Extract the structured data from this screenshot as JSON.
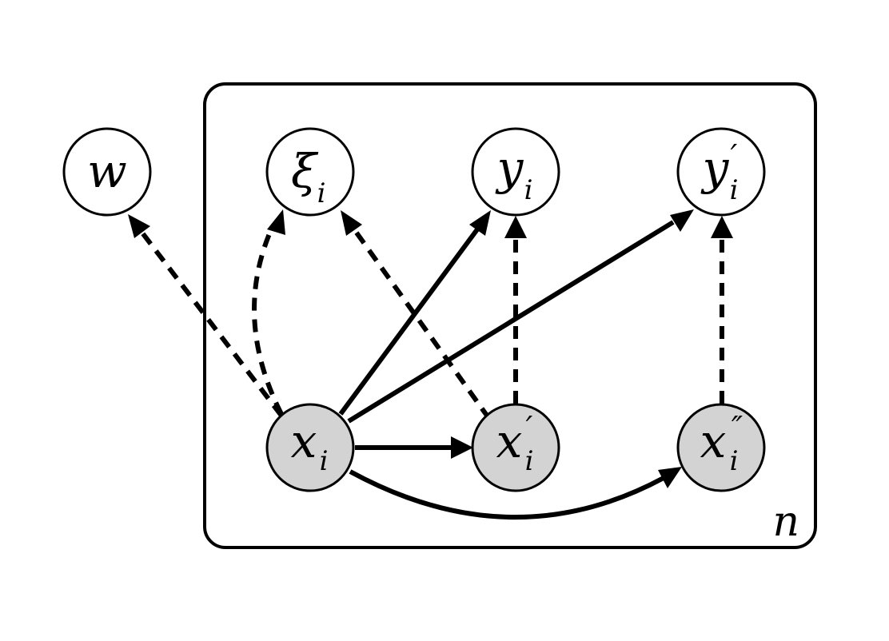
{
  "plate": {
    "label": "n"
  },
  "nodes": [
    {
      "id": "w",
      "symbol": "w",
      "subscript": "",
      "prime": "",
      "observed": false
    },
    {
      "id": "xi",
      "symbol": "ξ",
      "subscript": "i",
      "prime": "",
      "observed": false
    },
    {
      "id": "y",
      "symbol": "y",
      "subscript": "i",
      "prime": "",
      "observed": false
    },
    {
      "id": "yp",
      "symbol": "y",
      "subscript": "i",
      "prime": "′",
      "observed": false
    },
    {
      "id": "x",
      "symbol": "x",
      "subscript": "i",
      "prime": "",
      "observed": true
    },
    {
      "id": "xp",
      "symbol": "x",
      "subscript": "i",
      "prime": "′",
      "observed": true
    },
    {
      "id": "xpp",
      "symbol": "x",
      "subscript": "i",
      "prime": "″",
      "observed": true
    }
  ],
  "edges": [
    {
      "from": "x",
      "to": "w",
      "style": "dashed",
      "curved": false
    },
    {
      "from": "x",
      "to": "xi",
      "style": "dashed",
      "curved": true
    },
    {
      "from": "xp",
      "to": "xi",
      "style": "dashed",
      "curved": false
    },
    {
      "from": "x",
      "to": "y",
      "style": "solid",
      "curved": false
    },
    {
      "from": "x",
      "to": "yp",
      "style": "solid",
      "curved": false
    },
    {
      "from": "xp",
      "to": "y",
      "style": "dashed",
      "curved": false
    },
    {
      "from": "xpp",
      "to": "yp",
      "style": "dashed",
      "curved": false
    },
    {
      "from": "x",
      "to": "xp",
      "style": "solid",
      "curved": false
    },
    {
      "from": "x",
      "to": "xpp",
      "style": "solid",
      "curved": true
    }
  ],
  "colors": {
    "observed_fill": "#d3d3d3",
    "latent_fill": "#ffffff",
    "stroke": "#000000"
  }
}
